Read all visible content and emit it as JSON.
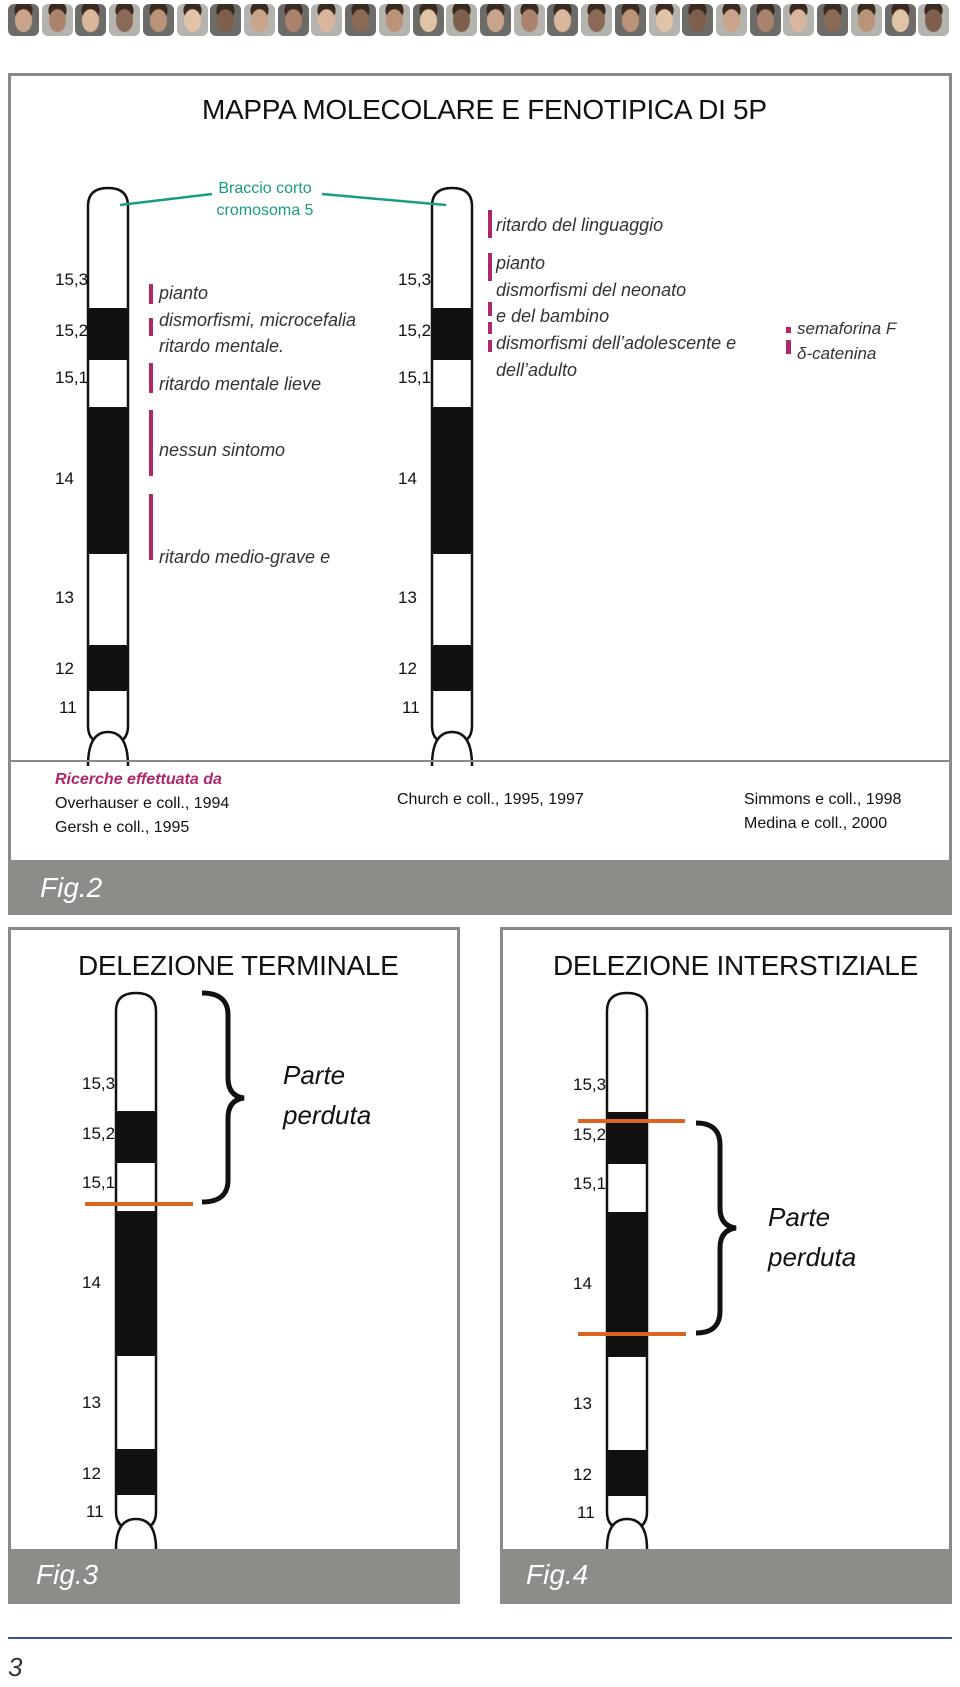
{
  "colors": {
    "accent_magenta": "#b0276a",
    "teal": "#1a9c82",
    "deletion_orange": "#d9651f",
    "figure_bar_gray": "#8e8c89",
    "footer_rule_blue": "#3a4f9a"
  },
  "header": {
    "photo_strip_count": 28
  },
  "fig2": {
    "title": "MAPPA MOLECOLARE E FENOTIPICA DI 5P",
    "teal_label_line1": "Braccio corto",
    "teal_label_line2": "cromosoma 5",
    "bands": [
      "15,3",
      "15,2",
      "15,1",
      "14",
      "13",
      "12",
      "11"
    ],
    "left_phenotypes": {
      "pianto": "pianto",
      "dismorfismi": "dismorfismi, microcefalia",
      "ritardo_mentale": "ritardo mentale.",
      "ritardo_lieve": "ritardo mentale lieve",
      "nessun_sintomo": "nessun sintomo",
      "ritardo_medio": "ritardo medio-grave e"
    },
    "middle_phenotypes": {
      "linguaggio": "ritardo del linguaggio",
      "pianto": "pianto",
      "neonato": "dismorfismi del neonato",
      "bambino": "e del bambino",
      "adolescente": "dismorfismi dell’adolescente e",
      "adulto": "dell’adulto"
    },
    "right_genes": {
      "semaforina": "semaforina F",
      "catenina": "δ-catenina"
    },
    "research_heading": "Ricerche effettuata da",
    "citations_left": [
      "Overhauser e coll., 1994",
      "Gersh e coll., 1995"
    ],
    "citations_middle": [
      "Church e coll., 1995, 1997"
    ],
    "citations_right": [
      "Simmons e coll., 1998",
      "Medina e coll., 2000"
    ],
    "fig_label": "Fig.2"
  },
  "fig3": {
    "title": "DELEZIONE TERMINALE",
    "bands": [
      "15,3",
      "15,2",
      "15,1",
      "14",
      "13",
      "12",
      "11"
    ],
    "lost_line1": "Parte",
    "lost_line2": "perduta",
    "fig_label": "Fig.3"
  },
  "fig4": {
    "title": "DELEZIONE INTERSTIZIALE",
    "bands": [
      "15,3",
      "15,2",
      "15,1",
      "14",
      "13",
      "12",
      "11"
    ],
    "lost_line1": "Parte",
    "lost_line2": "perduta",
    "fig_label": "Fig.4"
  },
  "footer": {
    "page_number": "3"
  }
}
